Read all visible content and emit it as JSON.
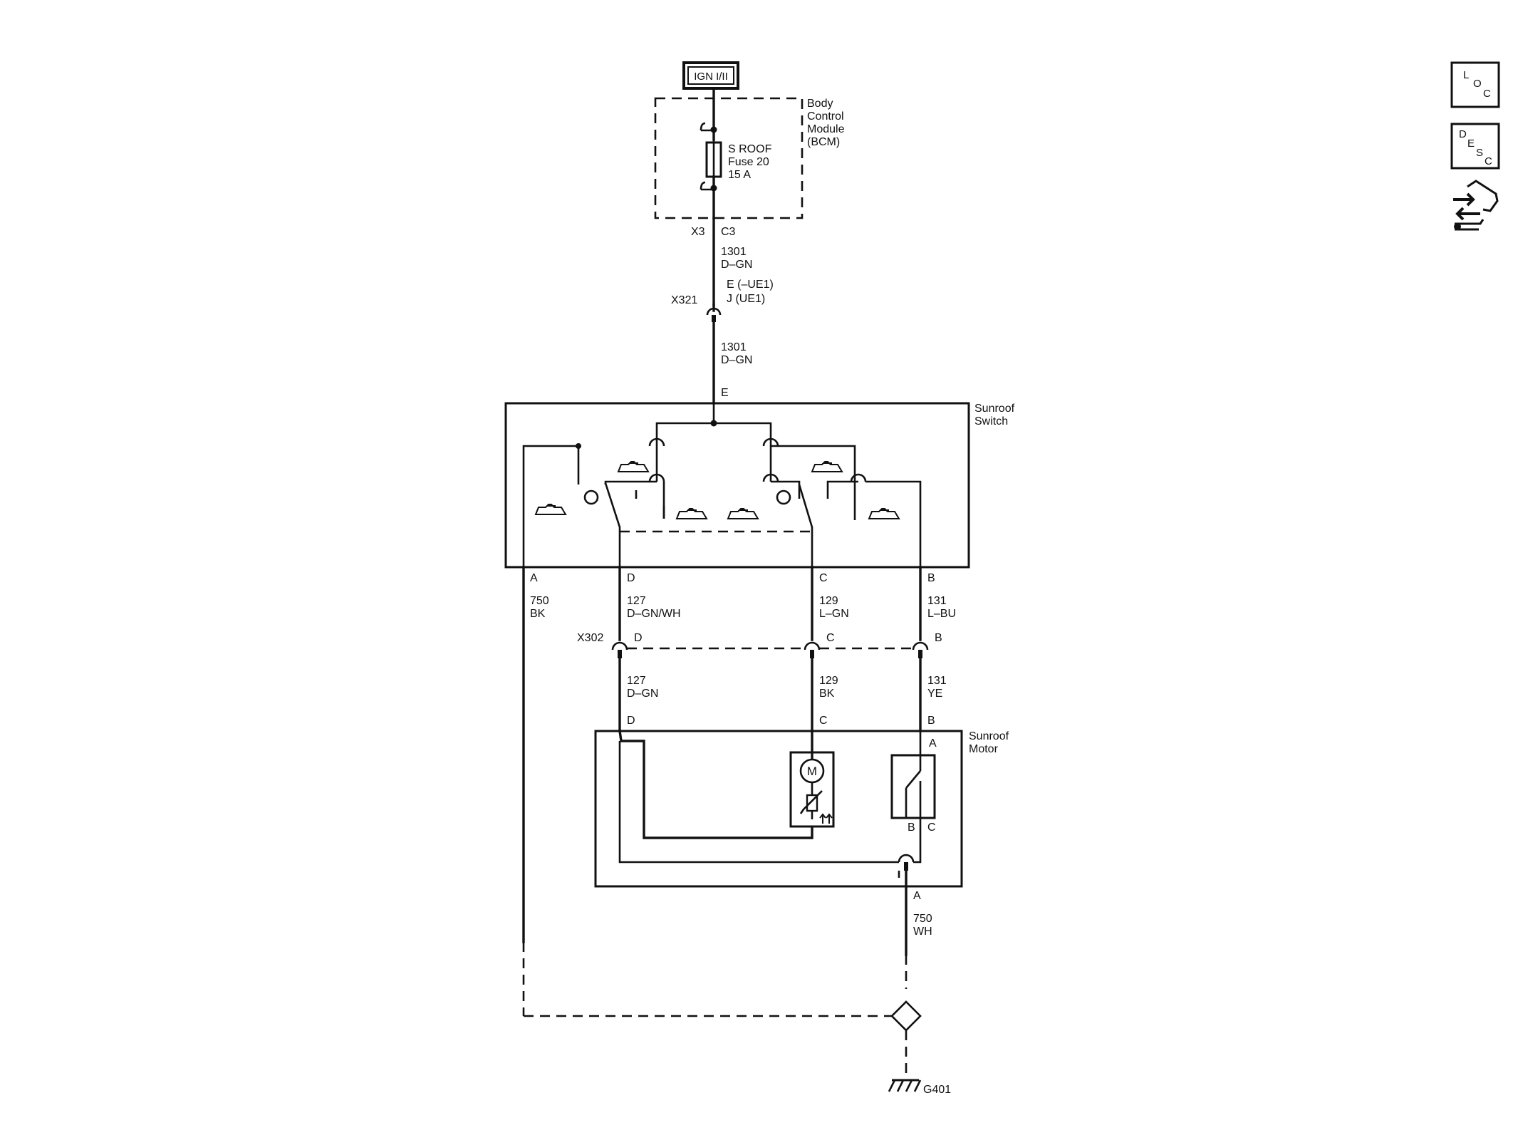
{
  "power_source": {
    "label": "IGN I/II"
  },
  "bcm": {
    "name_lines": [
      "Body",
      "Control",
      "Module",
      "(BCM)"
    ],
    "fuse_lines": [
      "S ROOF",
      "Fuse 20",
      "15 A"
    ],
    "connector": "X3",
    "pin": "C3"
  },
  "wire_1301_upper": {
    "circuit": "1301",
    "color": "D–GN"
  },
  "connector_x321": {
    "name": "X321",
    "pin_lines": [
      "E (–UE1)",
      "J (UE1)"
    ]
  },
  "wire_1301_lower": {
    "circuit": "1301",
    "color": "D–GN"
  },
  "sunroof_switch": {
    "name_lines": [
      "Sunroof",
      "Switch"
    ],
    "input_pin": "E",
    "pins": [
      "A",
      "D",
      "C",
      "B"
    ]
  },
  "switch_side_wires": [
    {
      "pin": "A",
      "circuit": "750",
      "color": "BK"
    },
    {
      "pin": "D",
      "circuit": "127",
      "color": "D–GN/WH"
    },
    {
      "pin": "C",
      "circuit": "129",
      "color": "L–GN"
    },
    {
      "pin": "B",
      "circuit": "131",
      "color": "L–BU"
    }
  ],
  "connector_x302": {
    "name": "X302",
    "pins": [
      "D",
      "C",
      "B"
    ]
  },
  "motor_side_wires": [
    {
      "circuit": "127",
      "color": "D–GN"
    },
    {
      "circuit": "129",
      "color": "BK"
    },
    {
      "circuit": "131",
      "color": "YE"
    }
  ],
  "sunroof_motor": {
    "name_lines": [
      "Sunroof",
      "Motor"
    ],
    "pins_top": [
      "D",
      "C",
      "B"
    ],
    "limit_switch_pins": [
      "A",
      "B",
      "C"
    ],
    "motor_symbol": "M",
    "ground_pin": "A"
  },
  "ground_wire": {
    "circuit": "750",
    "color": "WH"
  },
  "ground": {
    "name": "G401"
  },
  "side_icons": [
    {
      "icon": "loc-icon",
      "letters": [
        "L",
        "O",
        "C"
      ]
    },
    {
      "icon": "desc-icon",
      "letters": [
        "D",
        "E",
        "S",
        "C"
      ]
    },
    {
      "icon": "connector-tool-icon"
    }
  ]
}
